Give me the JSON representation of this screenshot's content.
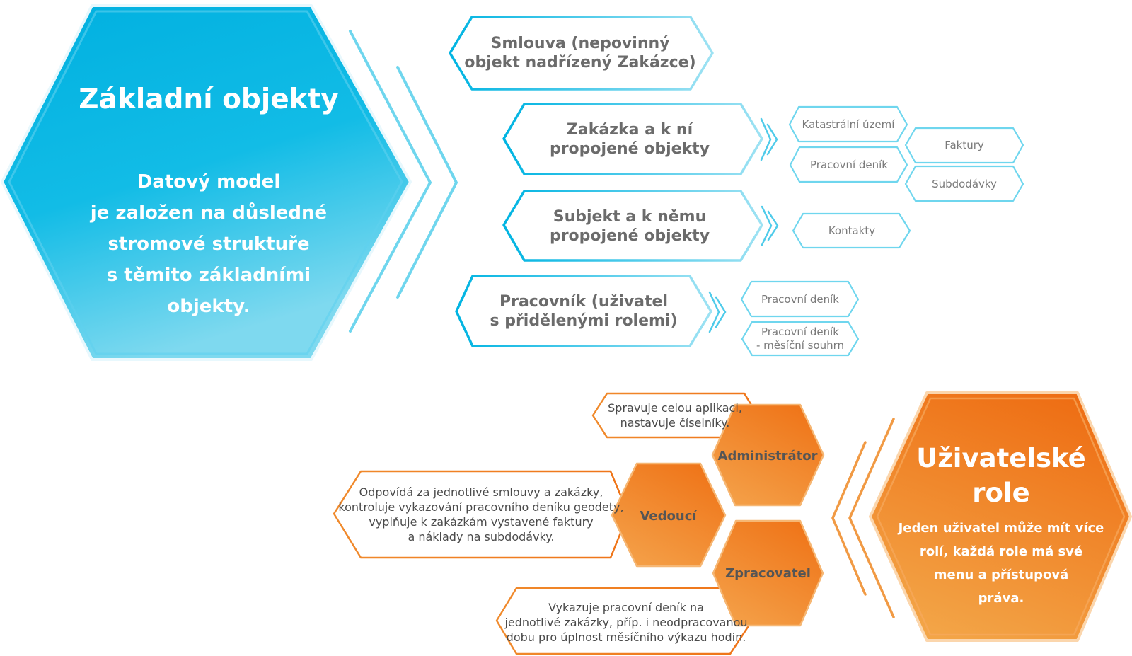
{
  "objects": {
    "title": "Základní objekty",
    "subtitle": "Datový model\nje založen na důsledné\nstromové struktuře\ns těmito základními\nobjekty.",
    "items": {
      "smlouva": "Smlouva (nepovinný\nobjekt nadřízený Zakázce)",
      "zakazka": "Zakázka a k ní\npropojené objekty",
      "subjekt": "Subjekt a k němu\npropojené objekty",
      "pracovnik": "Pracovník (uživatel\ns přidělenými rolemi)"
    },
    "sub_items": {
      "katastralni_uzemi": "Katastrální území",
      "pracovni_denik_zakazka": "Pracovní deník",
      "faktury": "Faktury",
      "subdodavky": "Subdodávky",
      "kontakty": "Kontakty",
      "pracovni_denik_pracovnik": "Pracovní deník",
      "pracovni_denik_souhrn": "Pracovní deník\n- měsíční souhrn"
    }
  },
  "roles": {
    "title": "Uživatelské\nrole",
    "subtitle": "Jeden uživatel může mít více\nrolí, každá role má své\nmenu a přístupová\npráva.",
    "administrator": {
      "name": "Administrátor",
      "description": "Spravuje celou aplikaci,\nnastavuje číselníky."
    },
    "vedouci": {
      "name": "Vedoucí",
      "description": "Odpovídá za jednotlivé  smlouvy a zakázky,\nkontroluje vykazování pracovního deníku geodety,\nvyplňuje k zakázkám vystavené faktury\na náklady na subdodávky."
    },
    "zpracovatel": {
      "name": "Zpracovatel",
      "description": "Vykazuje pracovní deník na\njednotlivé zakázky, příp. i neodpracovanou\ndobu pro úplnost měsíčního výkazu hodin."
    }
  },
  "colors": {
    "blue": "#00b4e2",
    "blue_light": "#6fd6ee",
    "orange": "#ef7b1f",
    "orange_light": "#f3a14c",
    "text_gray": "#6b6b6b"
  }
}
